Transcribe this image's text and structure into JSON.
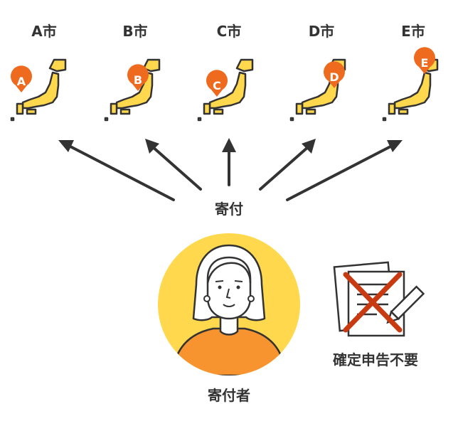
{
  "cities": [
    {
      "name": "A市",
      "marker": "A"
    },
    {
      "name": "B市",
      "marker": "B"
    },
    {
      "name": "C市",
      "marker": "C"
    },
    {
      "name": "D市",
      "marker": "D"
    },
    {
      "name": "E市",
      "marker": "E"
    }
  ],
  "donation_label": "寄付",
  "donor_label": "寄付者",
  "no_tax_return_label": "確定申告不要",
  "colors": {
    "map_fill": "#FFD84D",
    "outline": "#333333",
    "marker": "#EE6A1F",
    "person_circle": "#FFD84D",
    "shirt": "#F7942F",
    "cross": "#C73A12"
  },
  "icons": [
    "japan-map-icon",
    "location-pin-icon",
    "arrow-icon",
    "person-icon",
    "document-icon",
    "pencil-icon",
    "cross-icon"
  ]
}
